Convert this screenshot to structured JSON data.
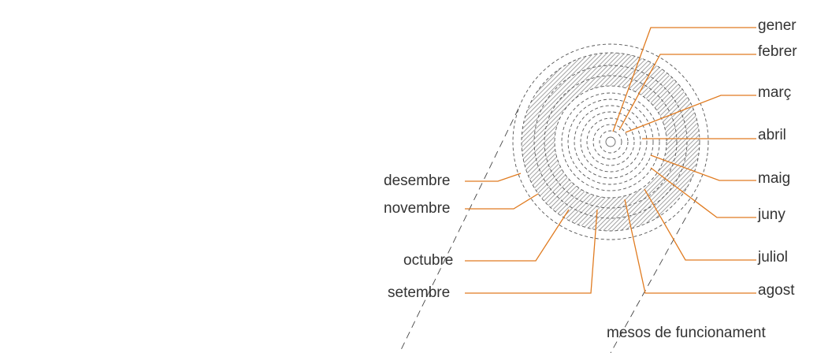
{
  "colors": {
    "leader": "#e07b20",
    "ring": "#555555",
    "hatch": "#8a8a8a",
    "text": "#333333"
  },
  "months_right": [
    "gener",
    "febrer",
    "març",
    "abril",
    "maig",
    "juny",
    "juliol",
    "agost"
  ],
  "months_left": [
    "desembre",
    "novembre",
    "octubre",
    "setembre"
  ],
  "caption": "mesos de funcionament"
}
